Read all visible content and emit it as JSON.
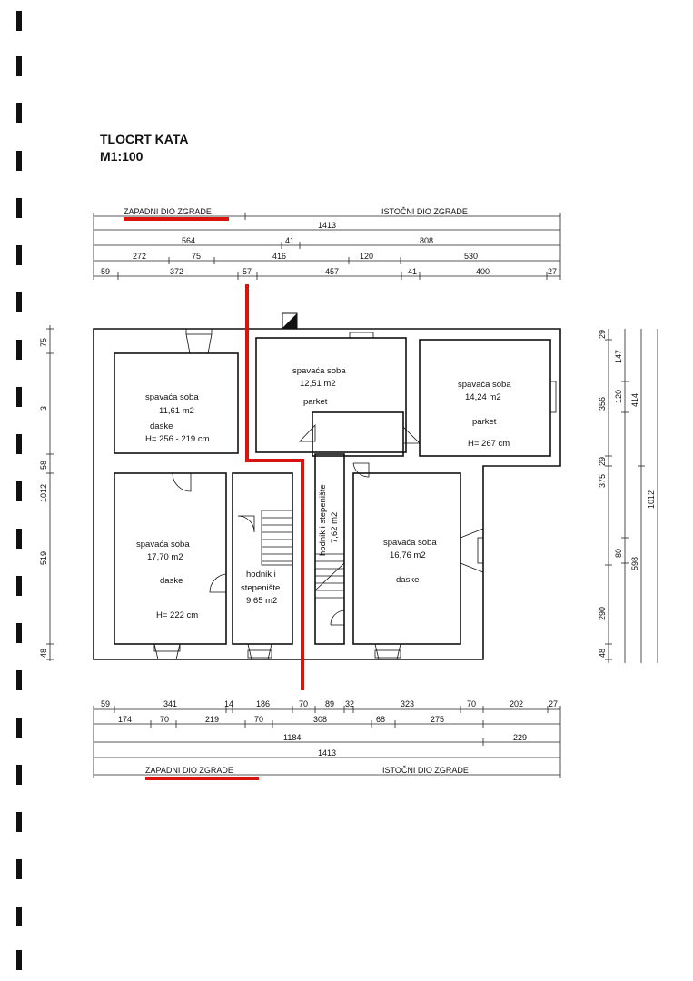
{
  "title": {
    "line1": "TLOCRT KATA",
    "line2": "M1:100"
  },
  "sections": {
    "west": "ZAPADNI DIO ZGRADE",
    "east": "ISTOČNI DIO ZGRADE"
  },
  "dims_top": {
    "total": "1413",
    "row2": [
      "564",
      "41",
      "808"
    ],
    "row3": [
      "272",
      "75",
      "416",
      "120",
      "530"
    ],
    "row4": [
      "59",
      "372",
      "57",
      "457",
      "41",
      "400",
      "27"
    ]
  },
  "dims_bottom": {
    "row1": [
      "59",
      "341",
      "14",
      "186",
      "70",
      "89",
      "32",
      "323",
      "70",
      "202",
      "27"
    ],
    "row2": [
      "174",
      "70",
      "219",
      "70",
      "308",
      "68",
      "275"
    ],
    "row3": [
      "1184",
      "229"
    ],
    "total": "1413"
  },
  "dims_left": [
    "75",
    "3",
    "58",
    "1012",
    "519",
    "48"
  ],
  "dims_right": {
    "col1": [
      "29",
      "356",
      "29",
      "375",
      "290",
      "48"
    ],
    "col2": [
      "147",
      "120",
      "80"
    ],
    "col3": [
      "414",
      "598"
    ],
    "col4": [
      "1012"
    ]
  },
  "rooms": {
    "r1": {
      "name": "spavaća soba",
      "area": "11,61 m2",
      "floor": "daske",
      "height": "H= 256 - 219 cm"
    },
    "r2": {
      "name": "spavaća soba",
      "area": "12,51 m2",
      "floor": "parket"
    },
    "r3": {
      "name": "spavaća soba",
      "area": "14,24 m2",
      "floor": "parket",
      "height": "H= 267 cm"
    },
    "r4": {
      "name": "spavaća soba",
      "area": "17,70 m2",
      "floor": "daske",
      "height": "H= 222 cm"
    },
    "r5": {
      "line1": "hodnik i",
      "line2": "stepenište",
      "area": "9,65 m2"
    },
    "r6": {
      "name": "hodnik i stepenište",
      "area": "7,62 m2"
    },
    "r7": {
      "name": "spavaća soba",
      "area": "16,76 m2",
      "floor": "daske"
    }
  },
  "colors": {
    "divider": "#d8140c",
    "ink": "#111111"
  }
}
